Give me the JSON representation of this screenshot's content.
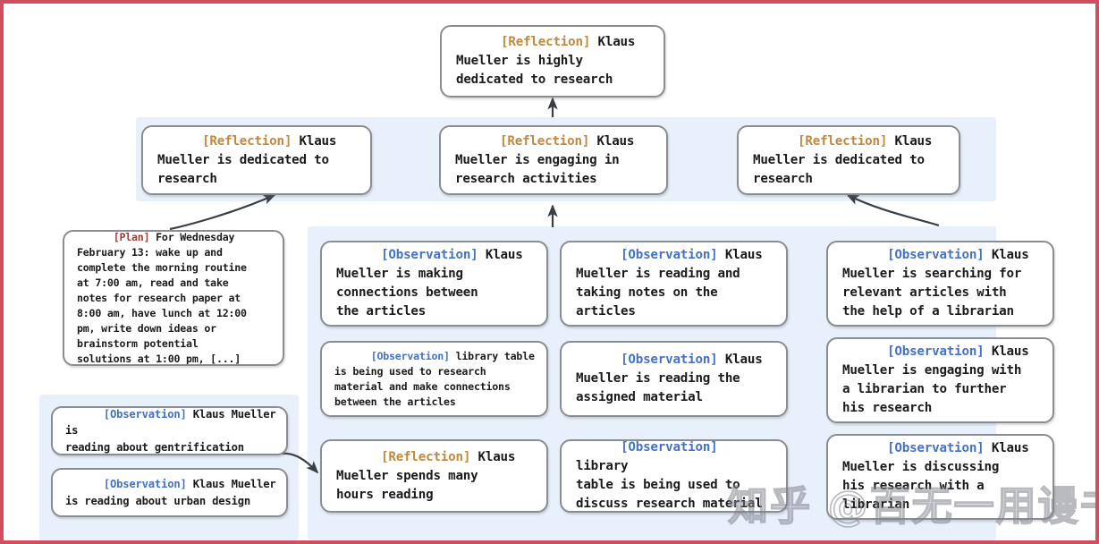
{
  "frame": {
    "border_color": "#cf4f5f"
  },
  "palette": {
    "panel_blue": "#e8f0fb",
    "node_border": "#8a8d91",
    "tag_reflection": "#c08a3e",
    "tag_observation": "#4472c4",
    "tag_plan": "#9e3b34",
    "arrow": "#3a3f45"
  },
  "nodes": {
    "top_reflection": {
      "tag": "[Reflection]",
      "tag_type": "reflection",
      "text": " Klaus\nMueller is highly\ndedicated to research"
    },
    "reflection_left": {
      "tag": "[Reflection]",
      "tag_type": "reflection",
      "text": " Klaus\nMueller is dedicated to\nresearch"
    },
    "reflection_mid": {
      "tag": "[Reflection]",
      "tag_type": "reflection",
      "text": " Klaus\nMueller is engaging in\nresearch activities"
    },
    "reflection_right": {
      "tag": "[Reflection]",
      "tag_type": "reflection",
      "text": " Klaus\nMueller is dedicated to\nresearch"
    },
    "plan": {
      "tag": "[Plan]",
      "tag_type": "plan",
      "text": " For Wednesday\nFebruary 13: wake up and\ncomplete the morning routine\nat 7:00 am, read and take\nnotes for research paper at\n8:00 am, have lunch at 12:00\npm, write down ideas or\nbrainstorm potential\nsolutions at 1:00 pm, [...]"
    },
    "obs_bl_1": {
      "tag": "[Observation]",
      "tag_type": "observation",
      "text": " Klaus Mueller is\nreading about gentrification"
    },
    "obs_bl_2": {
      "tag": "[Observation]",
      "tag_type": "observation",
      "text": " Klaus Mueller\nis reading about urban design"
    },
    "col1_obs_1": {
      "tag": "[Observation]",
      "tag_type": "observation",
      "text": " Klaus\nMueller is making\nconnections between\nthe articles"
    },
    "col1_obs_2": {
      "tag": "[Observation]",
      "tag_type": "observation",
      "text": " library table\nis being used to research\nmaterial and make connections\nbetween the articles"
    },
    "col1_reflection": {
      "tag": "[Reflection]",
      "tag_type": "reflection",
      "text": " Klaus\nMueller spends many\nhours reading"
    },
    "col2_obs_1": {
      "tag": "[Observation]",
      "tag_type": "observation",
      "text": " Klaus\nMueller is reading and\ntaking notes on the\narticles"
    },
    "col2_obs_2": {
      "tag": "[Observation]",
      "tag_type": "observation",
      "text": " Klaus\nMueller is reading the\nassigned material"
    },
    "col2_obs_3": {
      "tag": "[Observation]",
      "tag_type": "observation",
      "text": " library\ntable is being used to\ndiscuss research material"
    },
    "col3_obs_1": {
      "tag": "[Observation]",
      "tag_type": "observation",
      "text": " Klaus\nMueller is searching for\nrelevant articles with\nthe help of a librarian"
    },
    "col3_obs_2": {
      "tag": "[Observation]",
      "tag_type": "observation",
      "text": " Klaus\nMueller is engaging with\na librarian to further\nhis research"
    },
    "col3_obs_3": {
      "tag": "[Observation]",
      "tag_type": "observation",
      "text": " Klaus\nMueller is discussing\nhis research with a\nlibrarian"
    }
  },
  "watermark": {
    "text": "知乎 @百无一用谩书生"
  }
}
